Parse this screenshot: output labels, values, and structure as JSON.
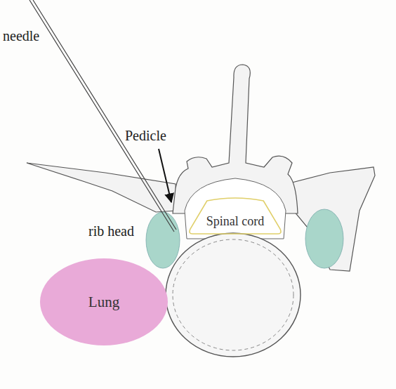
{
  "diagram": {
    "nodes": [
      {
        "text": [
          "Spinal cord"
        ]
      },
      {
        "text": [
          "Lung"
        ]
      }
    ],
    "labels": [
      "needle",
      "Pedicle",
      "rib head"
    ]
  }
}
